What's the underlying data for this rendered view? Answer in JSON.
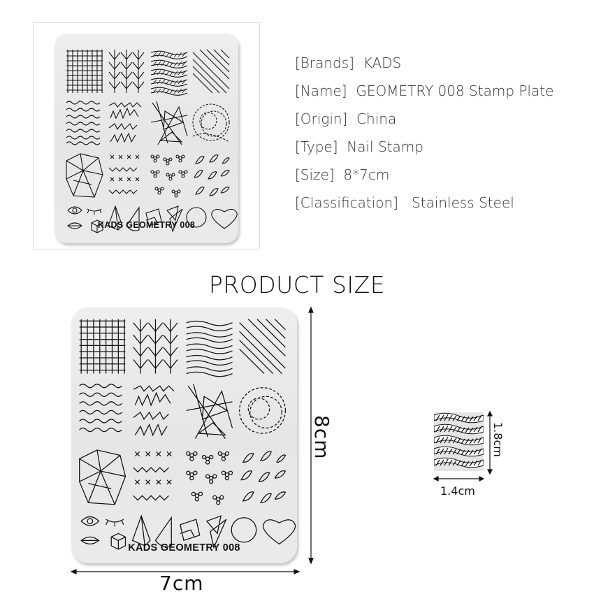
{
  "product_image": {
    "plate_label": "KADS GEOMETRY 008"
  },
  "specs": [
    {
      "key": "[Brands]",
      "value": "KADS"
    },
    {
      "key": "[Name]",
      "value": "GEOMETRY 008 Stamp Plate"
    },
    {
      "key": "[Origin]",
      "value": "China"
    },
    {
      "key": "[Type]",
      "value": "Nail Stamp"
    },
    {
      "key": "[Size]",
      "value": "8*7cm"
    },
    {
      "key": "[Classification]",
      "value": " Stainless Steel"
    }
  ],
  "product_size": {
    "title": "PRODUCT SIZE",
    "plate_label": "KADS GEOMETRY 008",
    "width_label": "7cm",
    "height_label": "8cm",
    "pattern_width_label": "1.4cm",
    "pattern_height_label": "1.8cm"
  },
  "colors": {
    "plate": "#e8e8e8",
    "ink": "#111111",
    "text": "#333333"
  }
}
